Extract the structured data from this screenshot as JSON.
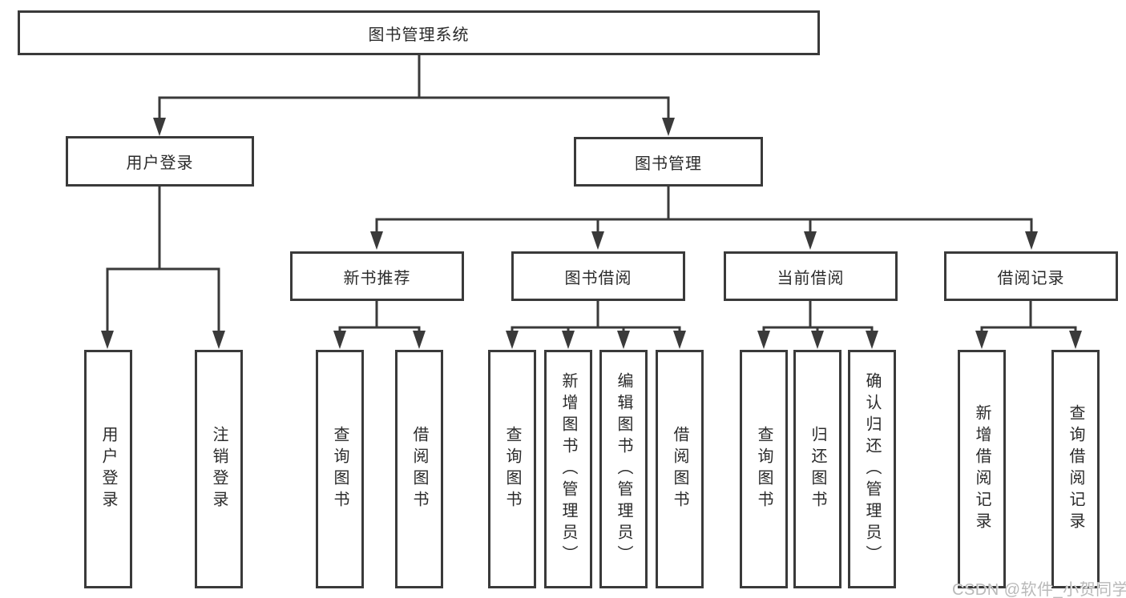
{
  "tree": {
    "label": "图书管理系统",
    "children": [
      {
        "label": "用户登录",
        "children": [
          {
            "label": "用户登录"
          },
          {
            "label": "注销登录"
          }
        ]
      },
      {
        "label": "图书管理",
        "children": [
          {
            "label": "新书推荐",
            "children": [
              {
                "label": "查询图书"
              },
              {
                "label": "借阅图书"
              }
            ]
          },
          {
            "label": "图书借阅",
            "children": [
              {
                "label": "查询图书"
              },
              {
                "label": "新增图书（管理员）"
              },
              {
                "label": "编辑图书（管理员）"
              },
              {
                "label": "借阅图书"
              }
            ]
          },
          {
            "label": "当前借阅",
            "children": [
              {
                "label": "查询图书"
              },
              {
                "label": "归还图书"
              },
              {
                "label": "确认归还（管理员）"
              }
            ]
          },
          {
            "label": "借阅记录",
            "children": [
              {
                "label": "新增借阅记录"
              },
              {
                "label": "查询借阅记录"
              }
            ]
          }
        ]
      }
    ]
  },
  "watermark": {
    "text": "CSDN @软件_小贺同学"
  },
  "colors": {
    "line": "#3a3a3a",
    "box_border": "#3a3a3a",
    "text": "#2b2b2b",
    "watermark": "#b9b9b9",
    "background": "#ffffff"
  }
}
